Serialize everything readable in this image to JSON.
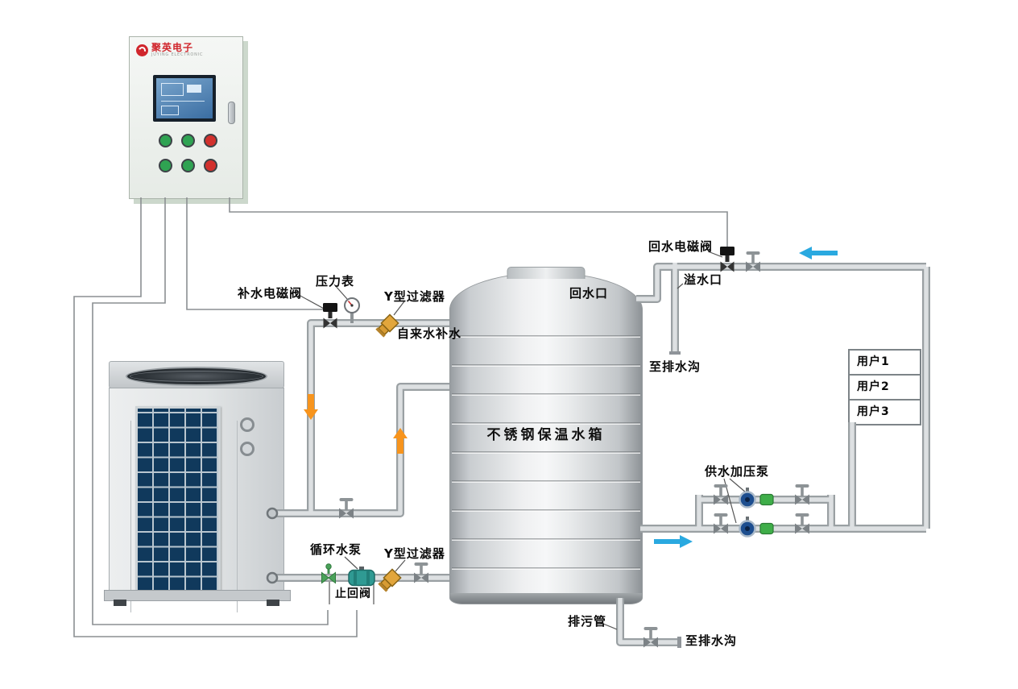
{
  "diagram": {
    "cabinet": {
      "brand": "聚英电子",
      "brand_sub": "JUYING ELECTRONIC",
      "indicator_colors": [
        "#2fa352",
        "#2fa352",
        "#d2312d",
        "#2fa352",
        "#2fa352",
        "#d2312d"
      ]
    },
    "labels": {
      "fill_solenoid": "补水电磁阀",
      "pressure_gauge": "压力表",
      "y_filter_top": "Y型过滤器",
      "tap_water": "自来水补水",
      "return_port": "回水口",
      "return_solenoid": "回水电磁阀",
      "overflow_port": "溢水口",
      "to_drain_top": "至排水沟",
      "tank": "不锈钢保温水箱",
      "booster_pump": "供水加压泵",
      "circ_pump": "循环水泵",
      "y_filter_bottom": "Y型过滤器",
      "check_valve": "止回阀",
      "drain_pipe": "排污管",
      "to_drain_bottom": "至排水沟"
    },
    "users": [
      {
        "label": "用户1"
      },
      {
        "label": "用户2"
      },
      {
        "label": "用户3"
      }
    ],
    "colors": {
      "pipe_outer": "#9aa0a3",
      "pipe_inner": "#dde0e2",
      "flow_blue": "#2aa9e0",
      "flow_orange": "#f7941d",
      "brand_red": "#d0262c"
    }
  }
}
